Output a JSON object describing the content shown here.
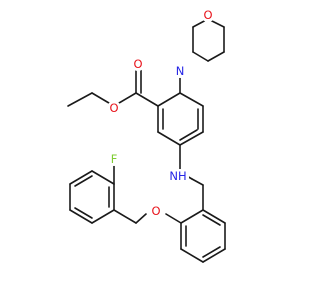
{
  "atoms": {
    "morpholine_o": {
      "symbol": "O",
      "color": "#e8131b"
    },
    "morpholine_n": {
      "symbol": "N",
      "color": "#2525e6"
    },
    "carbonyl_o": {
      "symbol": "O",
      "color": "#e8131b"
    },
    "ester_o": {
      "symbol": "O",
      "color": "#e8131b"
    },
    "amine_nh": {
      "symbol": "NH",
      "color": "#2525e6"
    },
    "fluorine": {
      "symbol": "F",
      "color": "#7fcc33"
    },
    "ether_o": {
      "symbol": "O",
      "color": "#e8131b"
    }
  }
}
